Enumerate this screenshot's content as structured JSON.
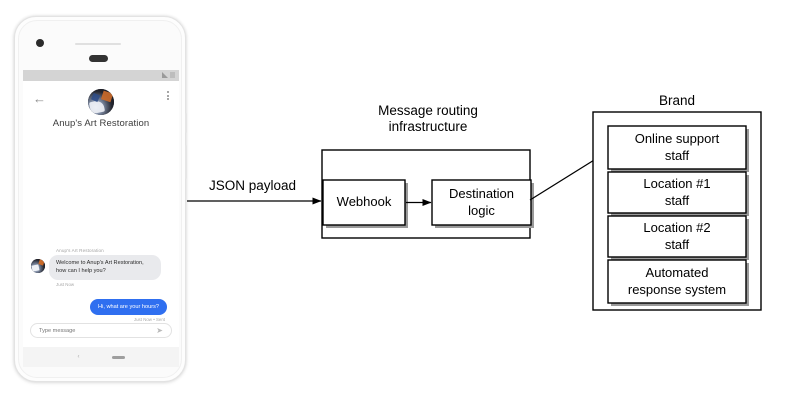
{
  "phone": {
    "status_bar": {
      "signal_icon": "signal-triangle-icon",
      "battery_icon": "battery-icon"
    },
    "header": {
      "back_icon": "back-arrow-icon",
      "overflow_icon": "overflow-menu-icon",
      "avatar_icon": "brand-avatar-image",
      "brand_name": "Anup's Art Restoration"
    },
    "conversation": {
      "incoming": {
        "sender": "Anup's Art Restoration",
        "text": "Welcome to Anup's Art Restoration, how can I help you?",
        "time": "Just Now"
      },
      "outgoing": {
        "text": "Hi, what are your hours?",
        "time": "Just Now • Sent"
      }
    },
    "composer": {
      "placeholder": "Type message",
      "send_icon": "send-icon"
    },
    "nav_bar": {
      "back_icon": "nav-back-icon",
      "home_icon": "nav-home-pill-icon"
    }
  },
  "diagram": {
    "json_payload_label": "JSON payload",
    "infrastructure": {
      "title": "Message routing\ninfrastructure",
      "title_line1": "Message routing",
      "title_line2": "infrastructure",
      "boxes": [
        {
          "label": "Webhook"
        },
        {
          "label": "Destination\nlogic"
        }
      ]
    },
    "brand": {
      "title": "Brand",
      "boxes": [
        {
          "label": "Online support\nstaff"
        },
        {
          "label": "Location #1\nstaff"
        },
        {
          "label": "Location #2\nstaff"
        },
        {
          "label": "Automated\nresponse system"
        }
      ]
    }
  },
  "colors": {
    "outgoing_bubble": "#2f6ff0",
    "incoming_bubble": "#e9eaed",
    "stroke": "#000000",
    "box_shadow_edge": "#9a9a9a",
    "status_bar": "#d4d4d4"
  }
}
